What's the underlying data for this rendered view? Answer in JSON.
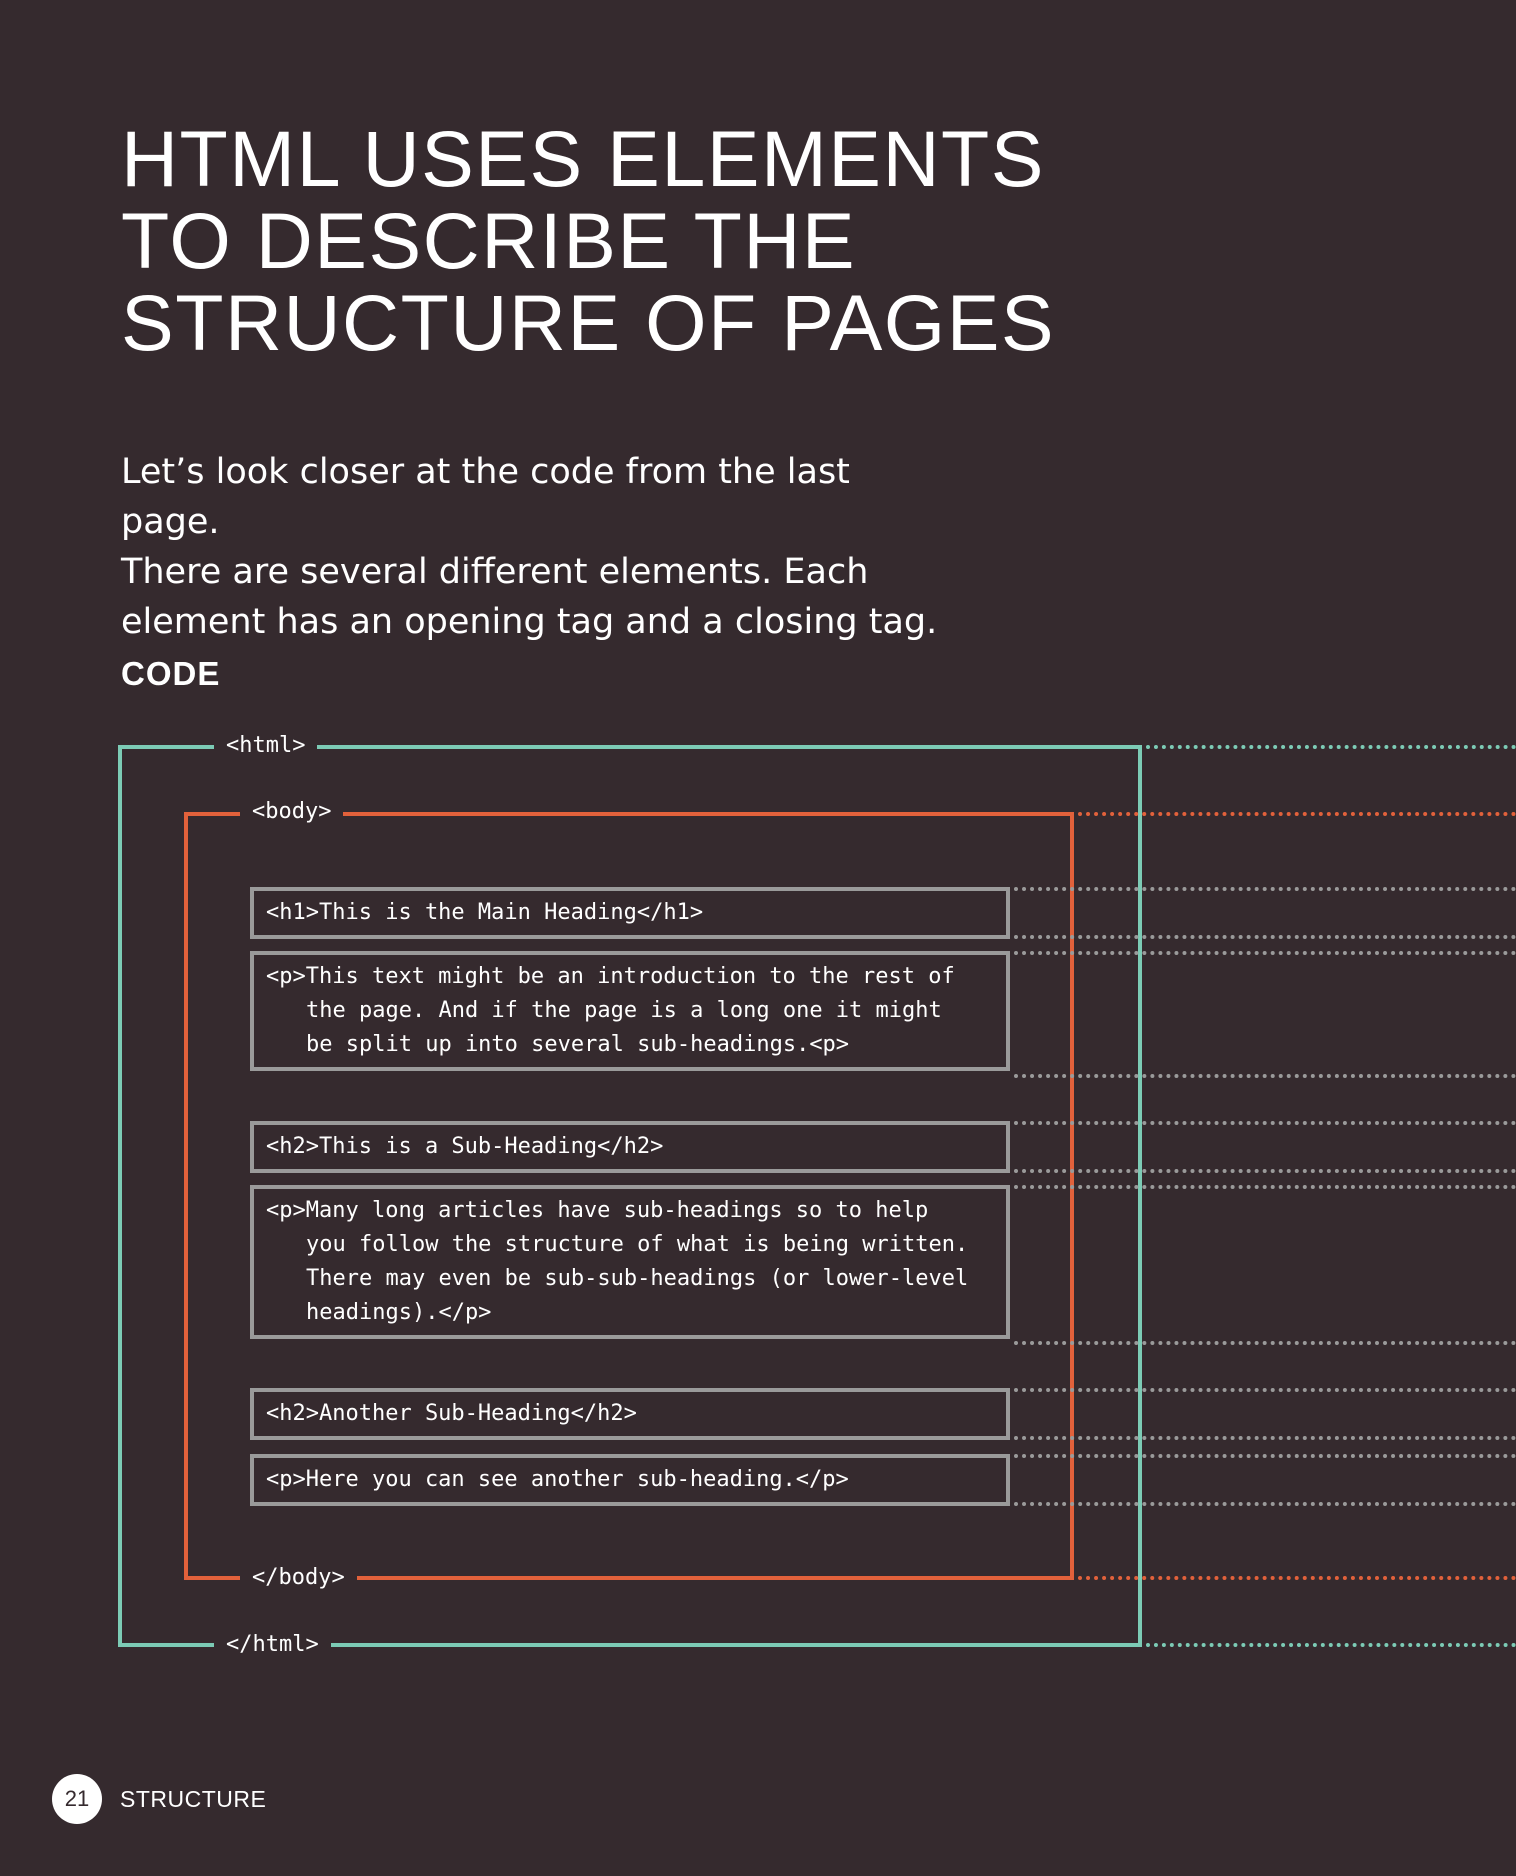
{
  "title": "HTML USES ELEMENTS\nTO DESCRIBE THE\nSTRUCTURE OF PAGES",
  "intro": "Let’s look closer at the code from the last page.\nThere are several different elements. Each\nelement has an opening tag and a closing tag.",
  "code_heading": "CODE",
  "tags": {
    "html_open": "<html>",
    "body_open": "<body>",
    "body_close": "</body>",
    "html_close": "</html>"
  },
  "code_blocks": [
    {
      "lines": [
        "<h1>This is the Main Heading</h1>"
      ]
    },
    {
      "lines": [
        "<p>This text might be an introduction to the rest of",
        "the page. And if the page is a long one it might",
        "be split up into several sub-headings.<p>"
      ]
    },
    {
      "lines": [
        "<h2>This is a Sub-Heading</h2>"
      ]
    },
    {
      "lines": [
        "<p>Many long articles have sub-headings so to help",
        "you follow the structure of what is being written.",
        "There may even be sub-sub-headings (or lower-level",
        "headings).</p>"
      ]
    },
    {
      "lines": [
        "<h2>Another Sub-Heading</h2>"
      ]
    },
    {
      "lines": [
        "<p>Here you can see another sub-heading.</p>"
      ]
    }
  ],
  "colors": {
    "background": "#352a2e",
    "html_frame": "#7ccbb5",
    "body_frame": "#e2613b",
    "element_box": "#9a9a9a"
  },
  "footer": {
    "page_number": "21",
    "section": "STRUCTURE"
  }
}
